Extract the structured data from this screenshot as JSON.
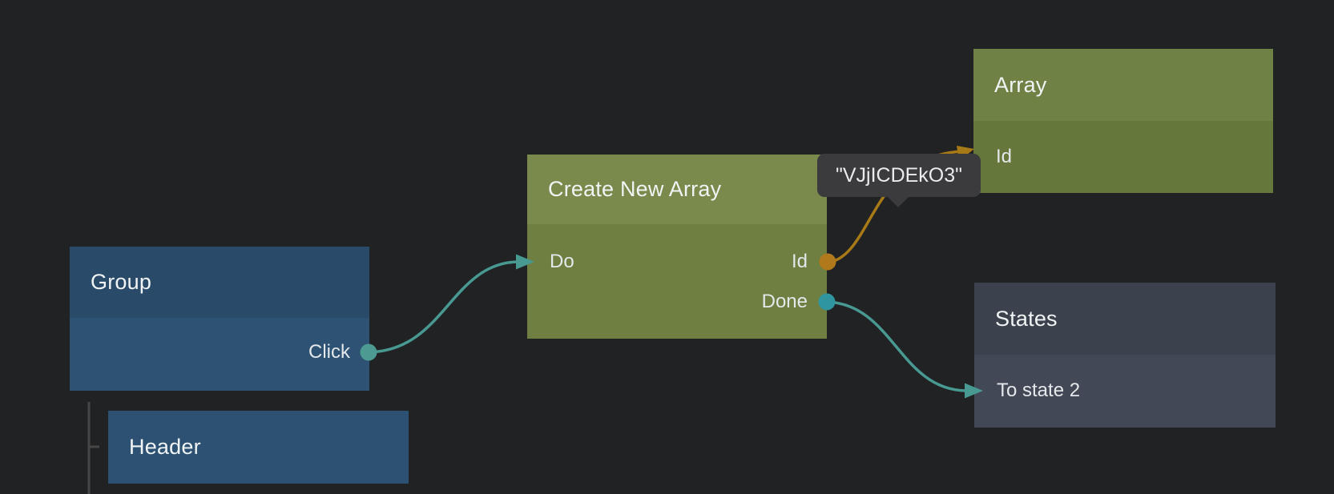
{
  "canvas": {
    "kind": "node-graph-editor"
  },
  "nodes": {
    "group": {
      "title": "Group",
      "ports": {
        "click": "Click"
      }
    },
    "header": {
      "title": "Header",
      "ports": {}
    },
    "createNewArray": {
      "title": "Create New Array",
      "ports": {
        "do": "Do",
        "id": "Id",
        "done": "Done"
      }
    },
    "array": {
      "title": "Array",
      "ports": {
        "id": "Id"
      }
    },
    "states": {
      "title": "States",
      "ports": {
        "toState2": "To state 2"
      }
    }
  },
  "tooltip": {
    "text": "\"VJjICDEkO3\""
  },
  "connections": [
    {
      "from": "Group.Click",
      "to": "Create New Array.Do",
      "type": "signal",
      "color": "#479992"
    },
    {
      "from": "Create New Array.Id",
      "to": "Array.Id",
      "type": "data",
      "color": "#a87a17"
    },
    {
      "from": "Create New Array.Done",
      "to": "States.To state 2",
      "type": "signal",
      "color": "#479992"
    }
  ],
  "colors": {
    "background": "#212224",
    "node_blue_header": "#2a4a6a",
    "node_blue_body": "#2e5273",
    "node_green_bright_header": "#7a8a4c",
    "node_green_bright_body": "#6f7e41",
    "node_green_header": "#708146",
    "node_green_body": "#66773b",
    "node_slate_header": "#3b414d",
    "node_slate_body": "#424855",
    "signal_teal_line": "#479992",
    "signal_teal_port": "#2f96a0",
    "signal_teal_click_port": "#4d9a92",
    "data_orange_line": "#a87a17",
    "data_orange_port": "#b0791c",
    "tooltip_bg": "#3b3b3d",
    "hierarchy_line": "#464646"
  }
}
